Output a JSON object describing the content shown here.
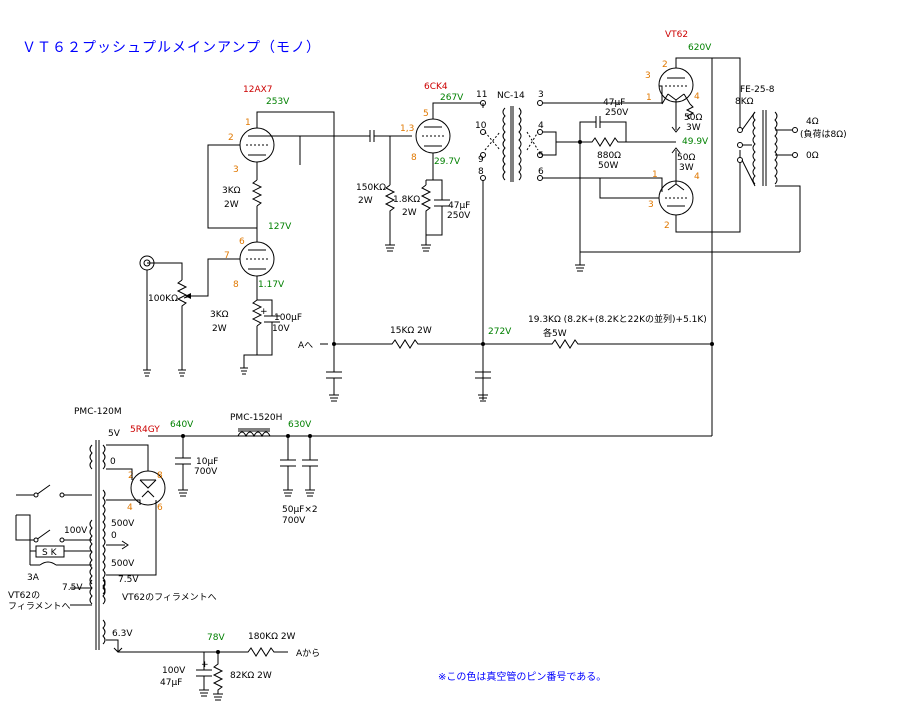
{
  "title": "ＶＴ６２プッシュプルメインアンプ（モノ）",
  "tubes": {
    "v1": "12AX7",
    "v2": "6CK4",
    "v3": "VT62",
    "rect": "5R4GY"
  },
  "voltages": {
    "v12ax7_plate": "253V",
    "v12ax7_low": "127V",
    "v12ax7_cath": "1.17V",
    "v6ck4_plate": "267V",
    "v6ck4_cath": "29.7V",
    "vt62_plate": "620V",
    "vt62_cath": "49.9V",
    "b272": "272V",
    "b640": "640V",
    "b630": "630V",
    "b78": "78V"
  },
  "pins": {
    "a1": "1",
    "a2": "2",
    "a3": "3",
    "a6": "6",
    "a7": "7",
    "a8": "8",
    "c5": "5",
    "c13": "1,3",
    "c8": "8",
    "t3": "3",
    "t2": "2",
    "t1": "1",
    "t4": "4",
    "b1": "1",
    "b4": "4",
    "b3": "3",
    "b2": "2",
    "r2": "2",
    "r8": "8",
    "r4": "4",
    "r6": "6"
  },
  "parts": {
    "r3k_top": "3KΩ",
    "r3k_top_w": "2W",
    "vol": "100KΩ",
    "r3k_bot": "3KΩ",
    "r3k_bot_w": "2W",
    "c100u": "100μF",
    "c100u_v": "10V",
    "r150k": "150KΩ",
    "r150k_w": "2W",
    "r18k": "1.8KΩ",
    "r18k_w": "2W",
    "c47u": "47μF",
    "c47u_v": "250V",
    "nc14": "NC-14",
    "c47u2": "47μF",
    "c47u2_v": "250V",
    "r880": "880Ω",
    "r880_w": "50W",
    "r50a": "50Ω",
    "r50a_w": "3W",
    "r50b": "50Ω",
    "r50b_w": "3W",
    "ot": "FE-25-8",
    "ot_8k": "8KΩ",
    "out4": "4Ω",
    "out_note": "(負荷は8Ω)",
    "out0": "0Ω",
    "ato": "Aへ",
    "r15k": "15KΩ 2W",
    "r193k": "19.3KΩ (8.2K+(8.2Kと22Kの並列)+5.1K)",
    "r193k_w": "各5W",
    "pt": "PMC-120M",
    "ch": "PMC-1520H",
    "c10u": "10μF",
    "c10u_v": "700V",
    "c50u": "50μF×2",
    "c50u_v": "700V",
    "pt_5v": "5V",
    "pt_0": "0",
    "pt_100v": "100V",
    "pt_500v": "500V",
    "pt_0b": "0",
    "pt_500vb": "500V",
    "pt_75v": "7.5V",
    "pt_75v_b": "7.5V",
    "pt_63v": "6.3V",
    "sk": "S K",
    "fuse": "3A",
    "fil_left_1": "VT62の",
    "fil_left_2": "フィラメントへ",
    "fil_right": "VT62のフィラメントへ",
    "r180k": "180KΩ 2W",
    "afrom": "Aから",
    "c100u2": "100V",
    "c100u2_v": "47μF",
    "r82k": "82KΩ 2W"
  },
  "terminals": {
    "n11": "11",
    "n3": "3",
    "n10": "10",
    "n4": "4",
    "n9": "9",
    "n5": "5",
    "n8": "8",
    "n6": "6"
  },
  "note": "※この色は真空管のピン番号である。",
  "colors": {
    "title": "#0000ff",
    "voltage": "#008000",
    "tube_name": "#cc0000",
    "pin": "#e07800",
    "note": "#0000ff"
  }
}
